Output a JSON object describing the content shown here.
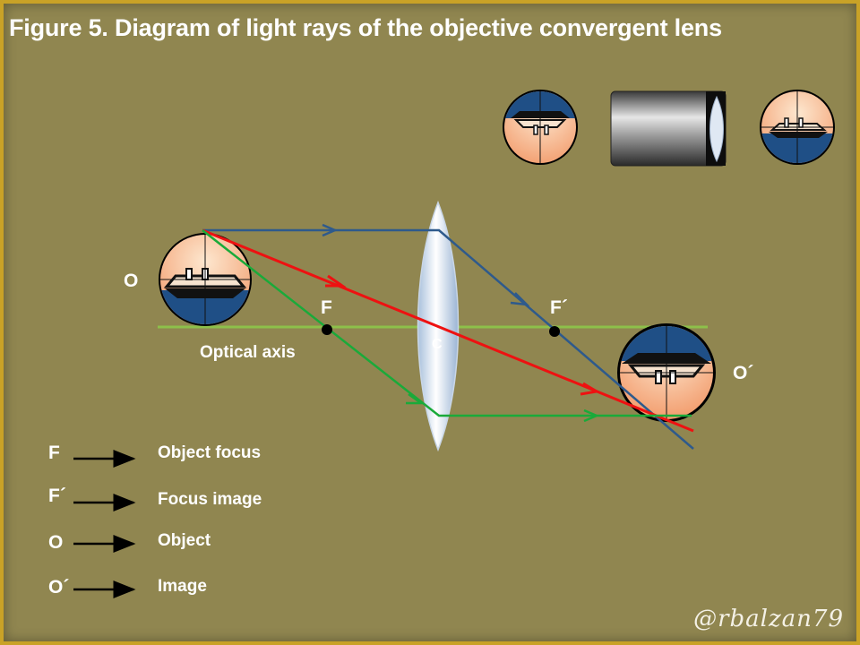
{
  "title": "Figure 5. Diagram of light rays of the objective convergent lens",
  "labels": {
    "object": "O",
    "focus": "F",
    "focus_image": "F´",
    "center": "C",
    "image": "O´",
    "optical_axis": "Optical axis"
  },
  "legend": [
    {
      "key": "F",
      "desc": "Object focus"
    },
    {
      "key": "F´",
      "desc": "Focus image"
    },
    {
      "key": "O",
      "desc": "Object"
    },
    {
      "key": "O´",
      "desc": "Image"
    }
  ],
  "rays": [
    {
      "color": "#2e5a8c",
      "name": "blue-ray"
    },
    {
      "color": "#ee1111",
      "name": "red-ray"
    },
    {
      "color": "#1aaa3a",
      "name": "green-ray"
    }
  ],
  "colors": {
    "background": "#908650",
    "axis": "#8dc04a",
    "border": "#c9a227"
  },
  "icons": [
    "ship-lens-view-icon",
    "objective-tube-icon",
    "inverted-ship-lens-view-icon"
  ],
  "watermark": "@rbalzan79"
}
